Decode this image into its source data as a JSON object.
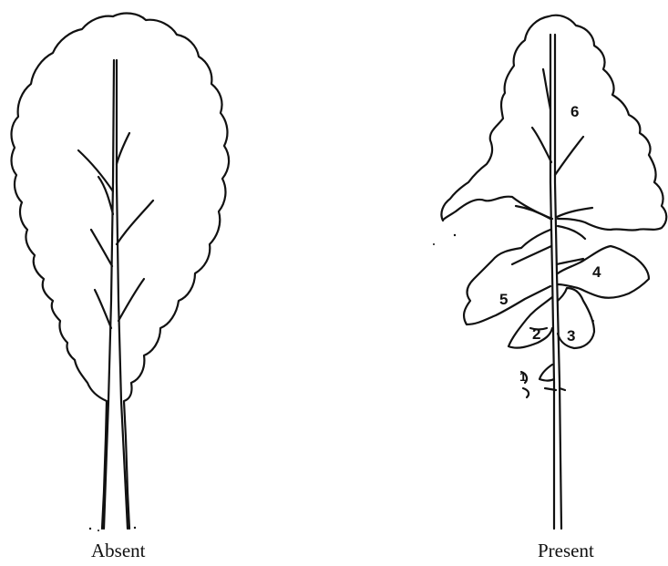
{
  "figure": {
    "left_panel": {
      "caption": "Absent"
    },
    "right_panel": {
      "caption": "Present",
      "lobe_labels": [
        "1",
        "2",
        "3",
        "4",
        "5",
        "6"
      ]
    }
  },
  "colors": {
    "line": "#111111",
    "background": "#ffffff"
  }
}
